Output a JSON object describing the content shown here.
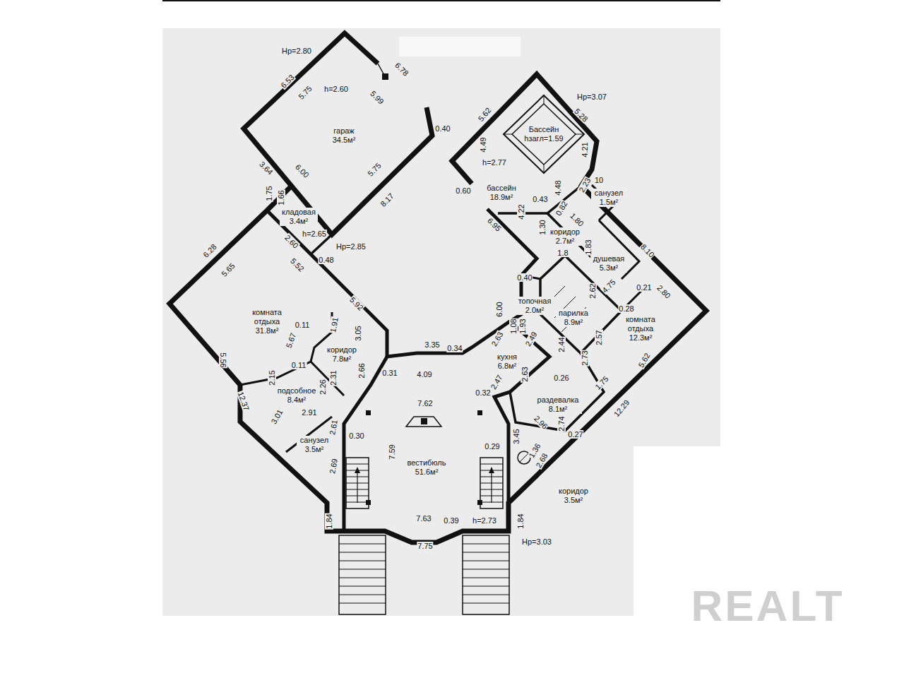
{
  "diagram": {
    "nodes": [
      {
        "text": [
          "гараж 34.5м²"
        ]
      },
      {
        "text": [
          "кладовая 3.4м²"
        ]
      },
      {
        "text": [
          "комната отдыха 31.8м²"
        ]
      },
      {
        "text": [
          "коридор 7.8м²"
        ]
      },
      {
        "text": [
          "подсобное 8.4м²"
        ]
      },
      {
        "text": [
          "санузел 3.5м²"
        ]
      },
      {
        "text": [
          "вестибюль 51.6м²"
        ]
      },
      {
        "text": [
          "кухня 6.8м²"
        ]
      },
      {
        "text": [
          "топочная 2.0м²"
        ]
      },
      {
        "text": [
          "парилка 8.9м²"
        ]
      },
      {
        "text": [
          "раздевалка 8.1м²"
        ]
      },
      {
        "text": [
          "коридор 3.5м²"
        ]
      },
      {
        "text": [
          "комната отдыха 12.3м²"
        ]
      },
      {
        "text": [
          "душевая 5.3м²"
        ]
      },
      {
        "text": [
          "коридор 2.7м²"
        ]
      },
      {
        "text": [
          "санузел 1.5м²"
        ]
      },
      {
        "text": [
          "бассейн 18.9м²"
        ]
      },
      {
        "text": [
          "Бассейн",
          "hзагл=1.59"
        ],
        "in": 16
      }
    ],
    "labels": [
      "Нр=2.80",
      "6.53",
      "5.75",
      "h=2.60",
      "6.78",
      "5.99",
      "0.40",
      "3.64",
      "6.00",
      "5.75",
      "8.17",
      "1.75",
      "1.66",
      "h=2.65",
      "Нр=2.85",
      "2.60",
      "0.48",
      "6.28",
      "5.65",
      "5.52",
      "5.92",
      "3.05",
      "0.11",
      "1.91",
      "5.67",
      "5.56",
      "0.11",
      "2.66",
      "2.15",
      "2.31",
      "2.26",
      "3.01",
      "2.91",
      "12.37",
      "3.35",
      "0.34",
      "0.31",
      "4.09",
      "7.62",
      "0.32",
      "0.30",
      "7.59",
      "0.29",
      "3.45",
      "2.61",
      "2.69",
      "1.84",
      "7.63",
      "0.39",
      "h=2.73",
      "7.75",
      "1.84",
      "Нр=3.03",
      "Нр=3.07",
      "5.62",
      "5.28",
      "4.49",
      "h=2.77",
      "4.21",
      "0.60",
      "0.43",
      "4.48",
      "2.23",
      "10",
      "0.82",
      "1.80",
      "4.22",
      "6.95",
      "1.30",
      "1.8",
      "1.83",
      "8.10",
      "0.40",
      "4.75",
      "2.62",
      "0.21",
      "2.80",
      "6.00",
      "1.08",
      "1.93",
      "0.28",
      "2.57",
      "2.63",
      "2.49",
      "2.44",
      "2.73",
      "2.63",
      "2.47",
      "0.26",
      "1.75",
      "5.62",
      "12.29",
      "2.96",
      "2.74",
      "0.27",
      "1.36",
      "2.68",
      "REALT"
    ]
  }
}
